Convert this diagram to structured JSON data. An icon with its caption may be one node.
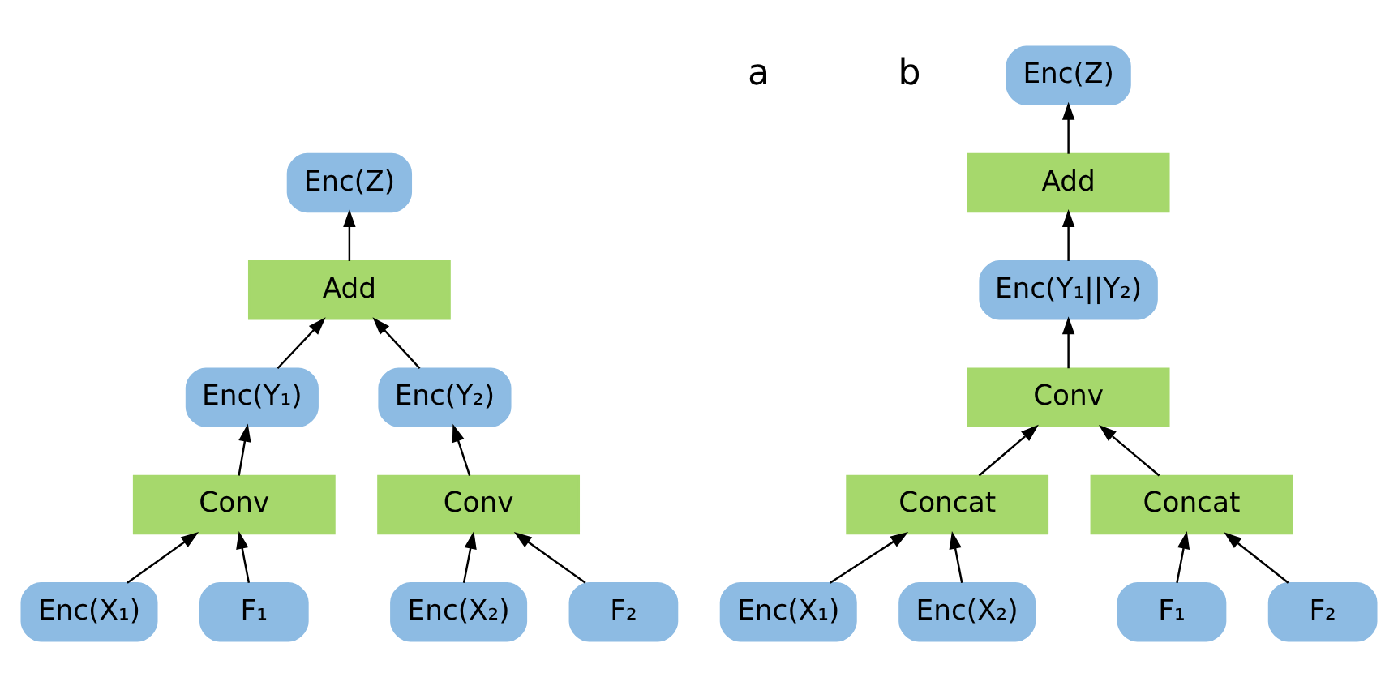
{
  "diagram": {
    "nodes": [
      {
        "text": [
          "Enc(Z)"
        ]
      },
      {
        "text": [
          "Add"
        ]
      },
      {
        "text": [
          "Enc(Y₁)"
        ]
      },
      {
        "text": [
          "Enc(Y₂)"
        ]
      },
      {
        "text": [
          "Conv"
        ]
      },
      {
        "text": [
          "Conv"
        ]
      },
      {
        "text": [
          "Enc(X₁)"
        ]
      },
      {
        "text": [
          "F₁"
        ]
      },
      {
        "text": [
          "Enc(X₂)"
        ]
      },
      {
        "text": [
          "F₂"
        ]
      },
      {
        "text": [
          "Enc(Z)"
        ]
      },
      {
        "text": [
          "Add"
        ]
      },
      {
        "text": [
          "Enc(Y₁||Y₂)"
        ]
      },
      {
        "text": [
          "Conv"
        ]
      },
      {
        "text": [
          "Concat"
        ]
      },
      {
        "text": [
          "Concat"
        ]
      },
      {
        "text": [
          "Enc(X₁)"
        ]
      },
      {
        "text": [
          "Enc(X₂)"
        ]
      },
      {
        "text": [
          "F₁"
        ]
      },
      {
        "text": [
          "F₂"
        ]
      }
    ],
    "edges": [
      {
        "from": 6,
        "to": 4,
        "arrow": "to"
      },
      {
        "from": 7,
        "to": 4,
        "arrow": "to"
      },
      {
        "from": 8,
        "to": 5,
        "arrow": "to"
      },
      {
        "from": 9,
        "to": 5,
        "arrow": "to"
      },
      {
        "from": 4,
        "to": 2,
        "arrow": "to"
      },
      {
        "from": 5,
        "to": 3,
        "arrow": "to"
      },
      {
        "from": 2,
        "to": 1,
        "arrow": "to"
      },
      {
        "from": 3,
        "to": 1,
        "arrow": "to"
      },
      {
        "from": 1,
        "to": 0,
        "arrow": "to"
      },
      {
        "from": 16,
        "to": 14,
        "arrow": "to"
      },
      {
        "from": 17,
        "to": 14,
        "arrow": "to"
      },
      {
        "from": 18,
        "to": 15,
        "arrow": "to"
      },
      {
        "from": 19,
        "to": 15,
        "arrow": "to"
      },
      {
        "from": 14,
        "to": 13,
        "arrow": "to"
      },
      {
        "from": 15,
        "to": 13,
        "arrow": "to"
      },
      {
        "from": 13,
        "to": 12,
        "arrow": "to"
      },
      {
        "from": 12,
        "to": 11,
        "arrow": "to"
      },
      {
        "from": 11,
        "to": 10,
        "arrow": "to"
      }
    ],
    "labels": [
      "a",
      "b"
    ]
  }
}
